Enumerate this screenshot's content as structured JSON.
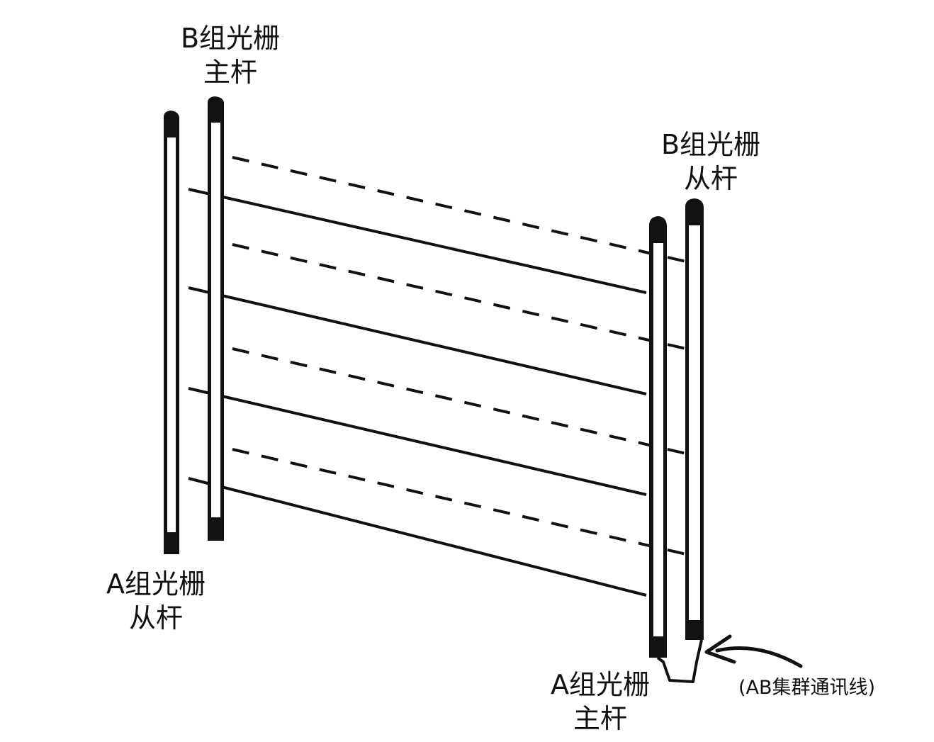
{
  "labels": {
    "b_master": {
      "line1": "B组光栅",
      "line2": "主杆"
    },
    "b_slave": {
      "line1": "B组光栅",
      "line2": "从杆"
    },
    "a_slave": {
      "line1": "A组光栅",
      "line2": "从杆"
    },
    "a_master": {
      "line1": "A组光栅",
      "line2": "主杆"
    },
    "cable": "(AB集群通讯线)"
  },
  "colors": {
    "ink": "#111111",
    "background": "#ffffff",
    "tube": "#ffffff"
  }
}
